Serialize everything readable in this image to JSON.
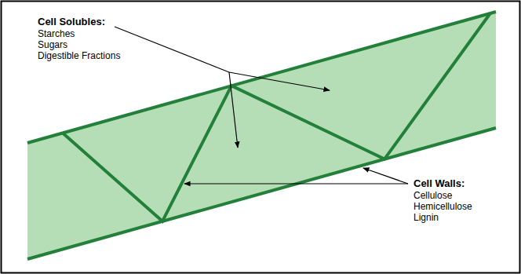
{
  "diagram": {
    "labels": [
      "Cell Solubles:",
      "Starches",
      "Sugars",
      "Digestible Fractions",
      "Cell Walls:",
      "Cellulose",
      "Hemicellulose",
      "Lignin"
    ]
  }
}
